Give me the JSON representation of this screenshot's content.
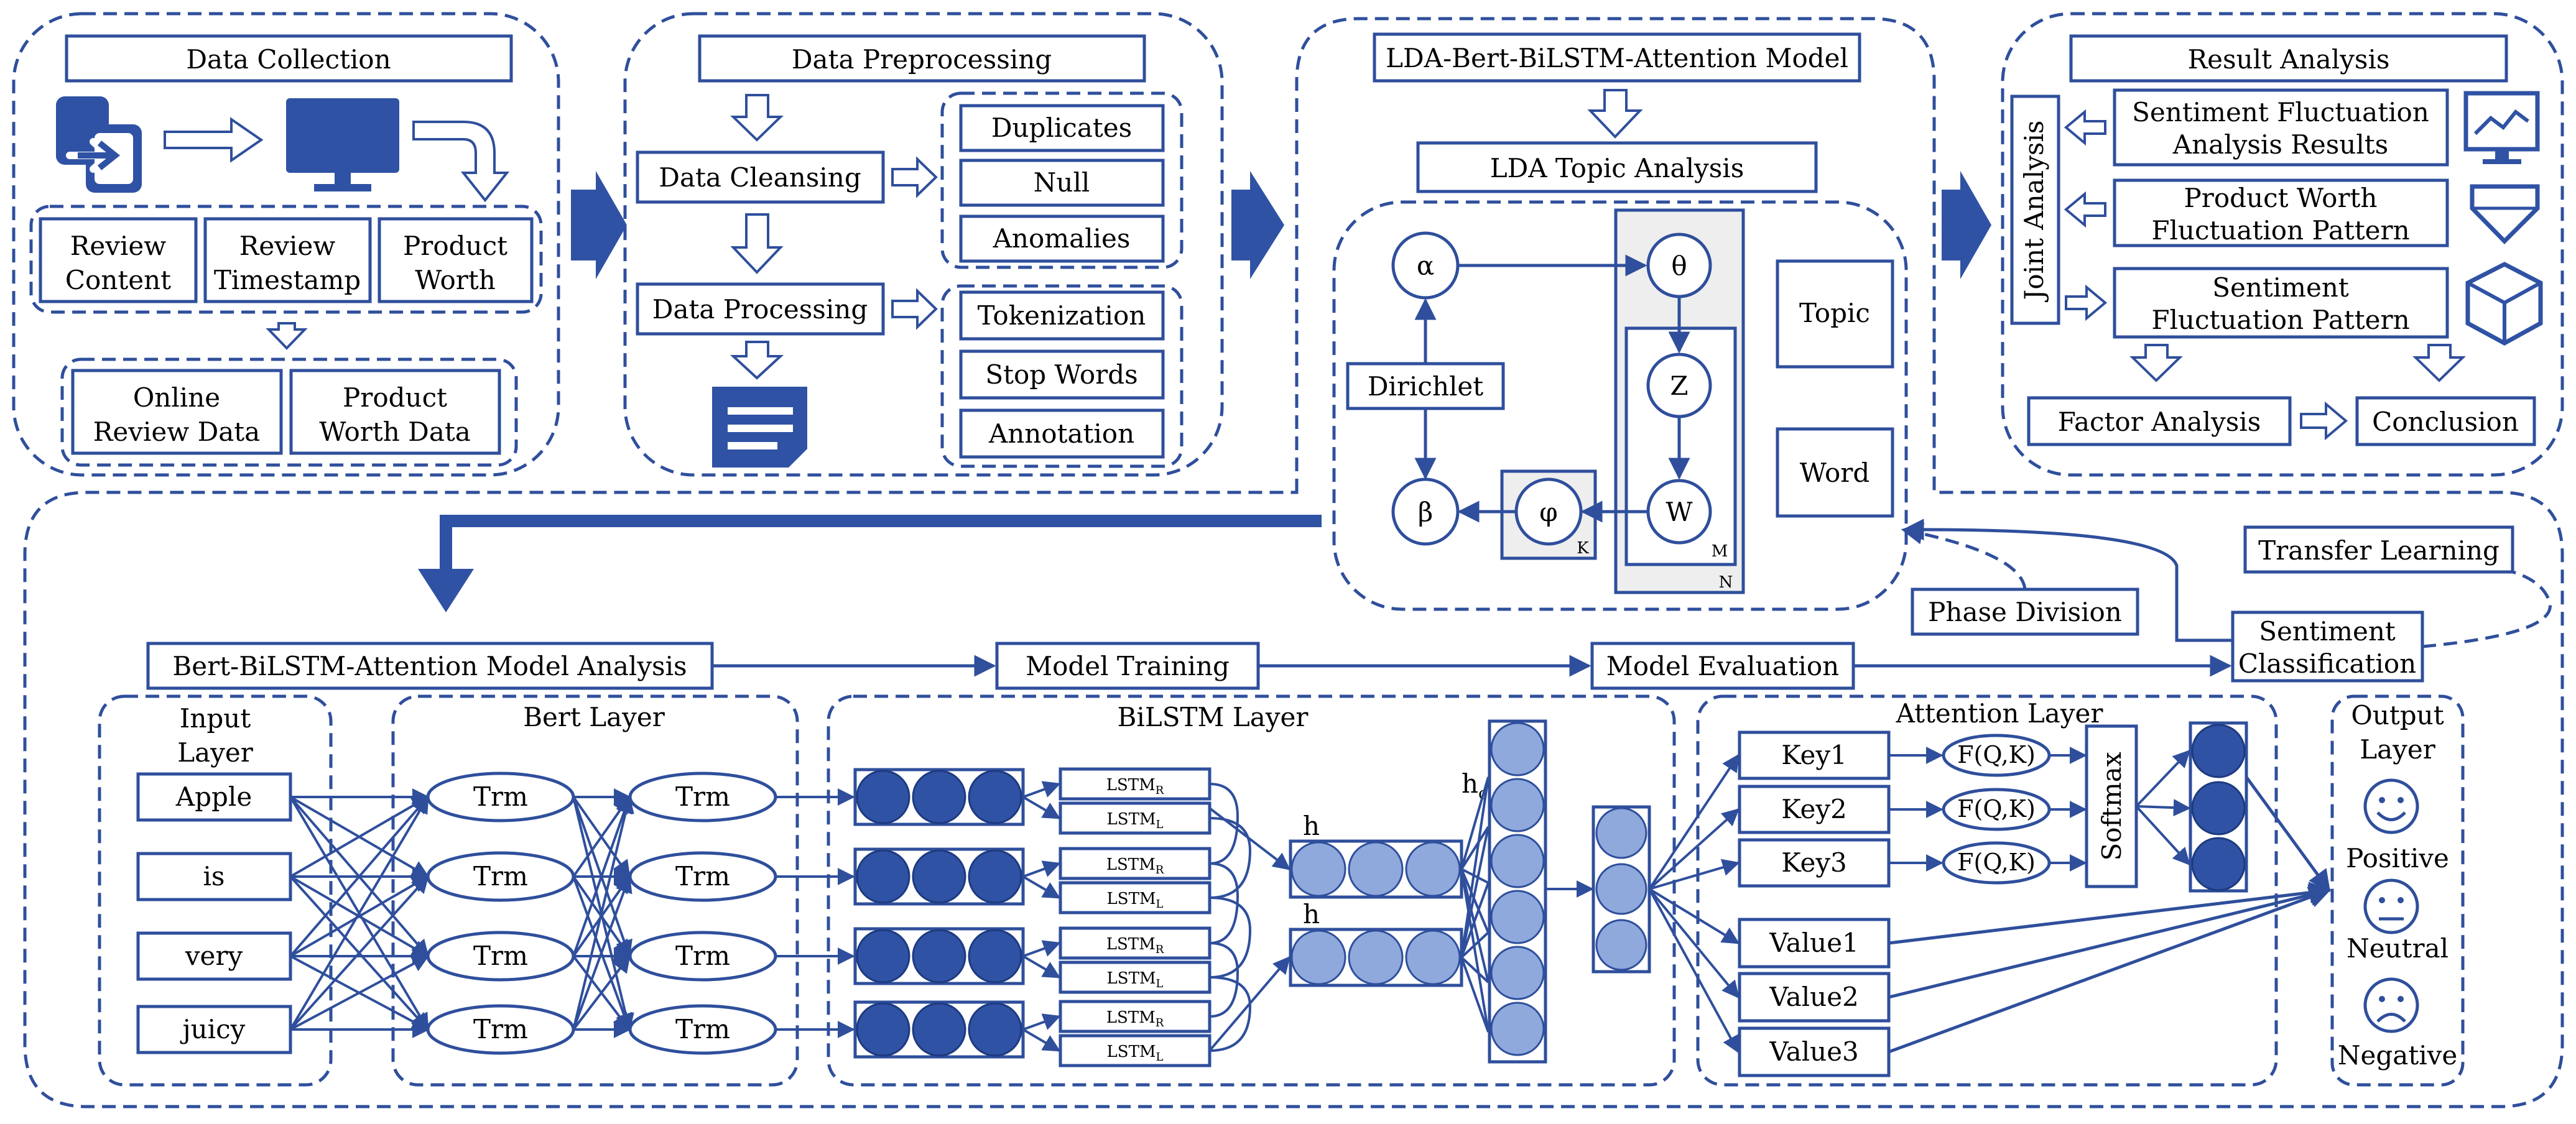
{
  "data_collection": {
    "title": "Data Collection",
    "items": [
      "Review\nContent",
      "Review\nTimestamp",
      "Product\nWorth"
    ],
    "outputs": [
      "Online\nReview Data",
      "Product\nWorth Data"
    ]
  },
  "data_preprocessing": {
    "title": "Data Preprocessing",
    "cleansing": "Data Cleansing",
    "processing": "Data Processing",
    "cleansing_items": [
      "Duplicates",
      "Null",
      "Anomalies"
    ],
    "processing_items": [
      "Tokenization",
      "Stop Words",
      "Annotation"
    ]
  },
  "lda_model": {
    "title": "LDA-Bert-BiLSTM-Attention Model",
    "topic_analysis": "LDA Topic Analysis",
    "alpha": "α",
    "theta": "θ",
    "z": "Z",
    "w": "W",
    "beta": "β",
    "phi": "φ",
    "dirichlet": "Dirichlet",
    "plate_m": "M",
    "plate_n": "N",
    "plate_k": "K",
    "topic": "Topic",
    "word": "Word"
  },
  "result_analysis": {
    "title": "Result Analysis",
    "joint": "Joint Analysis",
    "items": [
      "Sentiment Fluctuation\nAnalysis Results",
      "Product Worth\nFluctuation Pattern",
      "Sentiment\nFluctuation Pattern"
    ],
    "factor": "Factor Analysis",
    "conclusion": "Conclusion"
  },
  "flow": {
    "model_analysis": "Bert-BiLSTM-Attention Model Analysis",
    "training": "Model Training",
    "evaluation": "Model Evaluation",
    "sentiment": "Sentiment\nClassification",
    "transfer": "Transfer Learning",
    "phase": "Phase Division"
  },
  "input_layer": {
    "title": "Input\nLayer",
    "tokens": [
      "Apple",
      "is",
      "very",
      "juicy"
    ]
  },
  "bert_layer": {
    "title": "Bert Layer",
    "node": "Trm"
  },
  "bilstm_layer": {
    "title": "BiLSTM Layer",
    "lstm": "LSTM",
    "sub_r": "R",
    "sub_l": "L",
    "h": "h",
    "hc": "h",
    "hc_sub": "c"
  },
  "attention_layer": {
    "title": "Attention Layer",
    "keys": [
      "Key1",
      "Key2",
      "Key3"
    ],
    "values": [
      "Value1",
      "Value2",
      "Value3"
    ],
    "func": "F(Q,K)",
    "softmax": "Softmax"
  },
  "output_layer": {
    "title": "Output\nLayer",
    "labels": [
      "Positive",
      "Neutral",
      "Negative"
    ]
  }
}
